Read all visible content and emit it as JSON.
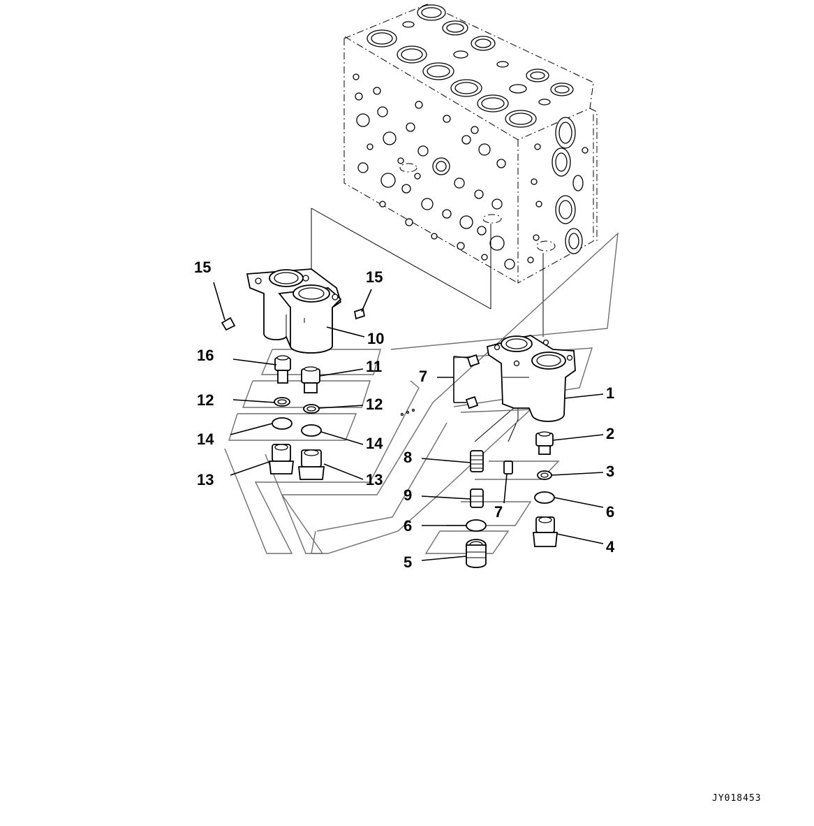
{
  "diagram": {
    "reference_code": "JY018453",
    "callouts": [
      {
        "id": "label-15-left",
        "text": "15"
      },
      {
        "id": "label-15-right",
        "text": "15"
      },
      {
        "id": "label-10",
        "text": "10"
      },
      {
        "id": "label-16",
        "text": "16"
      },
      {
        "id": "label-11",
        "text": "11"
      },
      {
        "id": "label-12-left",
        "text": "12"
      },
      {
        "id": "label-12-right",
        "text": "12"
      },
      {
        "id": "label-14-left",
        "text": "14"
      },
      {
        "id": "label-14-right",
        "text": "14"
      },
      {
        "id": "label-13-left",
        "text": "13"
      },
      {
        "id": "label-13-right",
        "text": "13"
      },
      {
        "id": "label-7-upper",
        "text": "7"
      },
      {
        "id": "label-1",
        "text": "1"
      },
      {
        "id": "label-2",
        "text": "2"
      },
      {
        "id": "label-8",
        "text": "8"
      },
      {
        "id": "label-3",
        "text": "3"
      },
      {
        "id": "label-9",
        "text": "9"
      },
      {
        "id": "label-7-lower",
        "text": "7"
      },
      {
        "id": "label-6-right",
        "text": "6"
      },
      {
        "id": "label-6-left",
        "text": "6"
      },
      {
        "id": "label-4",
        "text": "4"
      },
      {
        "id": "label-5",
        "text": "5"
      }
    ]
  }
}
